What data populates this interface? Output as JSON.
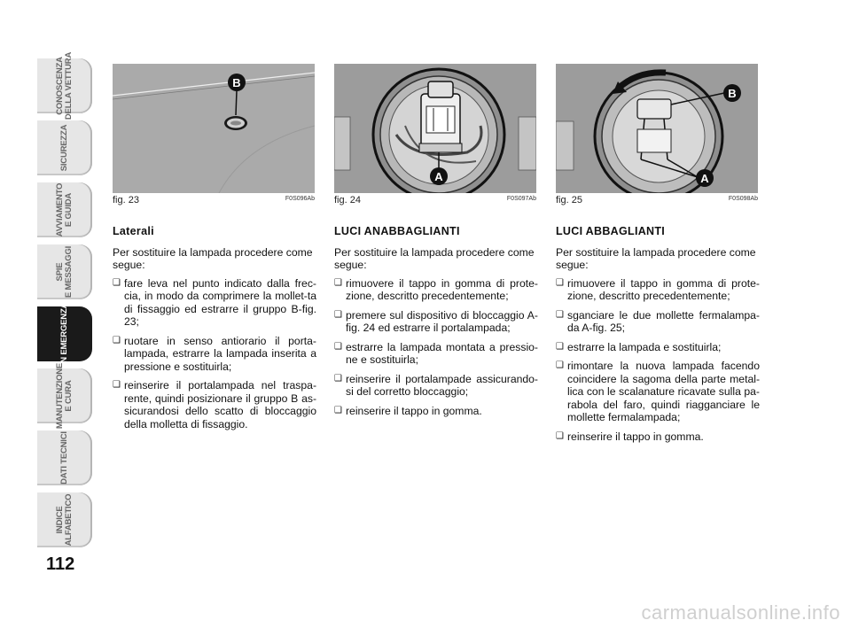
{
  "sidebar": {
    "tabs": [
      {
        "label": "CONOSCENZA\nDELLA VETTURA",
        "active": false
      },
      {
        "label": "SICUREZZA",
        "active": false
      },
      {
        "label": "AVVIAMENTO\nE GUIDA",
        "active": false
      },
      {
        "label": "SPIE\nE MESSAGGI",
        "active": false
      },
      {
        "label": "IN EMERGENZA",
        "active": true
      },
      {
        "label": "MANUTENZIONE\nE CURA",
        "active": false
      },
      {
        "label": "DATI TECNICI",
        "active": false
      },
      {
        "label": "INDICE\nALFABETICO",
        "active": false
      }
    ]
  },
  "page_number": "112",
  "figures": [
    {
      "caption": "fig. 23",
      "code": "F0S096Ab",
      "markers": [
        "B"
      ]
    },
    {
      "caption": "fig. 24",
      "code": "F0S097Ab",
      "markers": [
        "A"
      ]
    },
    {
      "caption": "fig. 25",
      "code": "F0S098Ab",
      "markers": [
        "B",
        "A"
      ]
    }
  ],
  "columns": [
    {
      "heading": "Laterali",
      "intro": "Per sostituire la lampada procedere come segue:",
      "items": [
        "fare leva nel punto indicato dalla frec-cia, in modo da comprimere la mollet-ta di fissaggio ed estrarre il gruppo B-fig. 23;",
        "ruotare in senso antiorario il porta-lampada, estrarre la lampada inserita a pressione e sostituirla;",
        "reinserire il portalampada nel traspa-rente, quindi posizionare il gruppo B as-sicurandosi dello scatto di bloccaggio della molletta di fissaggio."
      ]
    },
    {
      "heading": "LUCI ANABBAGLIANTI",
      "intro": "Per sostituire la lampada procedere come segue:",
      "items": [
        "rimuovere il tappo in gomma di prote-zione, descritto precedentemente;",
        "premere sul dispositivo di bloccaggio A-fig. 24 ed estrarre il portalampada;",
        "estrarre la lampada montata a pressio-ne e sostituirla;",
        "reinserire il portalampade assicurando-si del corretto bloccaggio;",
        "reinserire il tappo in gomma."
      ]
    },
    {
      "heading": "LUCI ABBAGLIANTI",
      "intro": "Per sostituire la lampada procedere come segue:",
      "items": [
        "rimuovere il tappo in gomma di prote-zione, descritto precedentemente;",
        "sganciare le due mollette fermalampa-da A-fig. 25;",
        "estrarre la lampada e sostituirla;",
        "rimontare la nuova lampada facendo coincidere la sagoma della parte metal-lica con le scalanature ricavate sulla pa-rabola del faro, quindi riagganciare le mollette fermalampada;",
        "reinserire il tappo in gomma."
      ]
    }
  ],
  "watermark": "carmanualsonline.info"
}
